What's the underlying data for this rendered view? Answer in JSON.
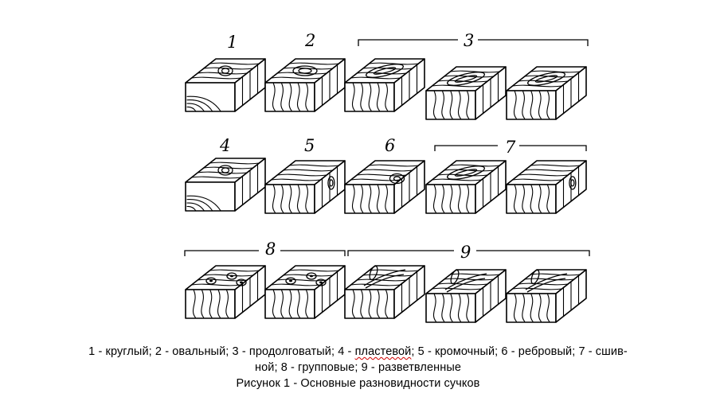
{
  "labels": {
    "l1": "1",
    "l2": "2",
    "l3": "3",
    "l4": "4",
    "l5": "5",
    "l6": "6",
    "l7": "7",
    "l8": "8",
    "l9": "9"
  },
  "caption": {
    "line1_a": "1 - круглый;  2 - овальный;  3 - продолговатый;  4 - ",
    "line1_b": "пластевой",
    "line1_c": ";  5 - кромочный;  6 - ребровый;  7 - сшив-",
    "line2": "ной;  8 - групповые;  9 - разветвленные",
    "line3": "Рисунок 1 - Основные  разновидности  сучков"
  }
}
